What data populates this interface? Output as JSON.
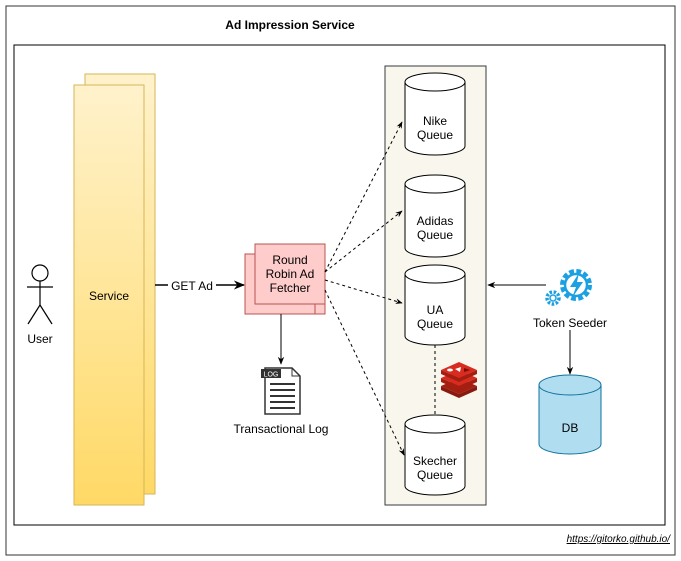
{
  "title": "Ad Impression Service",
  "user": {
    "label": "User"
  },
  "service": {
    "label": "Service"
  },
  "edge_get_ad": {
    "label": "GET Ad"
  },
  "fetcher": {
    "line1": "Round",
    "line2": "Robin Ad",
    "line3": "Fetcher"
  },
  "log": {
    "label": "Transactional Log",
    "badge": "LOG"
  },
  "queues": [
    {
      "line1": "Nike",
      "line2": "Queue"
    },
    {
      "line1": "Adidas",
      "line2": "Queue"
    },
    {
      "line1": "UA",
      "line2": "Queue"
    },
    {
      "line1": "Skecher",
      "line2": "Queue"
    }
  ],
  "token_seeder": {
    "label": "Token Seeder"
  },
  "db": {
    "label": "DB"
  },
  "credit": "https://gitorko.github.io/",
  "icons": {
    "user": "stick-figure-icon",
    "log": "log-file-icon",
    "redis": "redis-icon",
    "seeder": "gear-lightning-icon"
  },
  "colors": {
    "service_top": "#fff2cc",
    "service_bottom": "#ffd966",
    "service_stroke": "#d6b656",
    "fetcher_fill": "#ffcccc",
    "fetcher_stroke": "#b85450",
    "queue_panel_fill": "#f9f7ed",
    "queue_panel_stroke": "#36393d",
    "db_fill": "#b1ddf0",
    "db_stroke": "#10739e",
    "redis": "#d82c20",
    "seeder": "#1ba1e2"
  }
}
